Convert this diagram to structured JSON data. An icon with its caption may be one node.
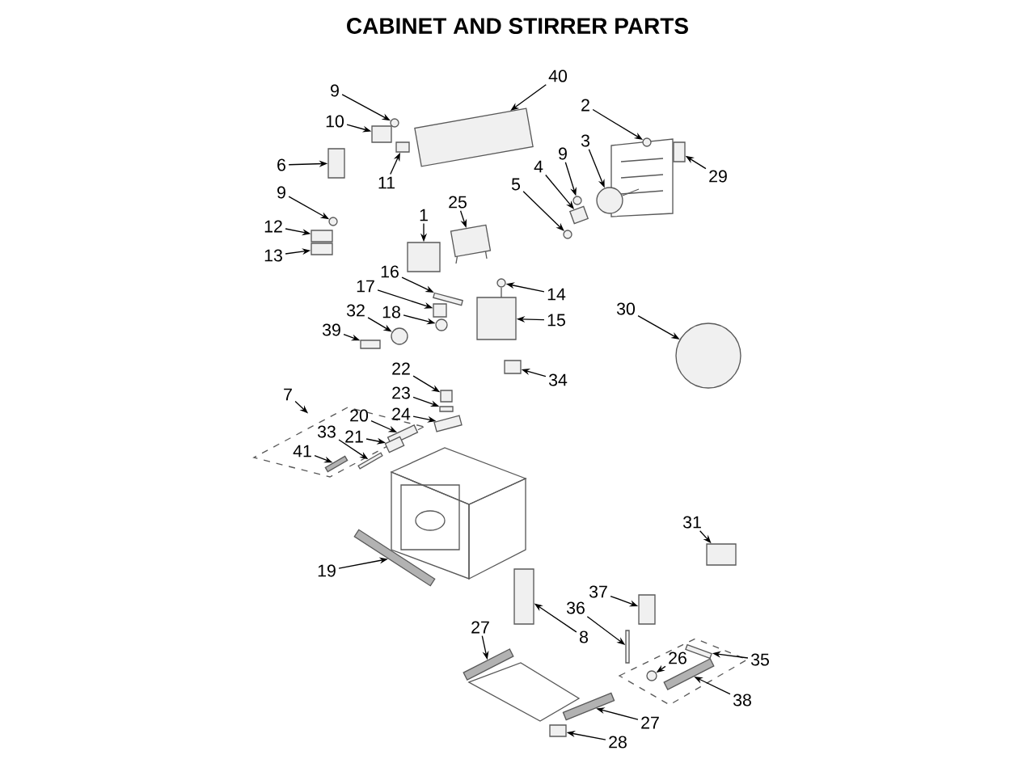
{
  "diagram": {
    "title": "CABINET AND STIRRER PARTS",
    "nodes": [
      {
        "text": [
          "40"
        ]
      },
      {
        "text": [
          "9"
        ]
      },
      {
        "text": [
          "2"
        ]
      },
      {
        "text": [
          "10"
        ]
      },
      {
        "text": [
          "3"
        ]
      },
      {
        "text": [
          "6"
        ]
      },
      {
        "text": [
          "9"
        ]
      },
      {
        "text": [
          "4"
        ]
      },
      {
        "text": [
          "29"
        ]
      },
      {
        "text": [
          "11"
        ]
      },
      {
        "text": [
          "5"
        ]
      },
      {
        "text": [
          "9"
        ]
      },
      {
        "text": [
          "25"
        ]
      },
      {
        "text": [
          "1"
        ]
      },
      {
        "text": [
          "12"
        ]
      },
      {
        "text": [
          "13"
        ]
      },
      {
        "text": [
          "16"
        ]
      },
      {
        "text": [
          "17"
        ]
      },
      {
        "text": [
          "14"
        ]
      },
      {
        "text": [
          "30"
        ]
      },
      {
        "text": [
          "32"
        ]
      },
      {
        "text": [
          "18"
        ]
      },
      {
        "text": [
          "15"
        ]
      },
      {
        "text": [
          "39"
        ]
      },
      {
        "text": [
          "22"
        ]
      },
      {
        "text": [
          "34"
        ]
      },
      {
        "text": [
          "23"
        ]
      },
      {
        "text": [],
        "shape": "box"
      },
      {
        "text": [
          "7"
        ]
      },
      {
        "text": [
          "24"
        ]
      },
      {
        "text": [
          "20"
        ],
        "in": 27
      },
      {
        "text": [
          "33"
        ],
        "in": 27
      },
      {
        "text": [
          "21"
        ],
        "in": 27
      },
      {
        "text": [
          "41"
        ],
        "in": 27
      },
      {
        "text": [
          "31"
        ]
      },
      {
        "text": [
          "19"
        ]
      },
      {
        "text": [
          "37"
        ]
      },
      {
        "text": [
          "36"
        ]
      },
      {
        "text": [
          "27"
        ]
      },
      {
        "text": [
          "8"
        ]
      },
      {
        "text": [
          "26"
        ]
      },
      {
        "text": [
          "35"
        ]
      },
      {
        "text": [
          "38"
        ]
      },
      {
        "text": [
          "27"
        ]
      },
      {
        "text": [
          "28"
        ]
      },
      {
        "text": [],
        "shape": "box"
      },
      {
        "text": [],
        "shape": "circle"
      },
      {
        "text": [],
        "shape": "circle"
      },
      {
        "text": [],
        "shape": "box"
      },
      {
        "text": [],
        "shape": "circle"
      },
      {
        "text": [],
        "shape": "box"
      },
      {
        "text": [],
        "shape": "circle"
      },
      {
        "text": [],
        "shape": "box"
      },
      {
        "text": [],
        "shape": "box"
      },
      {
        "text": [],
        "shape": "box"
      },
      {
        "text": [],
        "shape": "circle"
      },
      {
        "text": [],
        "shape": "circle"
      },
      {
        "text": [],
        "shape": "box"
      },
      {
        "text": [],
        "shape": "box"
      },
      {
        "text": [],
        "shape": "box"
      },
      {
        "text": [],
        "shape": "box"
      },
      {
        "text": [],
        "shape": "box"
      },
      {
        "text": [],
        "shape": "box"
      },
      {
        "text": [],
        "shape": "circle"
      },
      {
        "text": [],
        "shape": "circle"
      },
      {
        "text": [],
        "shape": "circle"
      },
      {
        "text": [],
        "shape": "circle"
      },
      {
        "text": [],
        "shape": "box"
      },
      {
        "text": [],
        "shape": "box"
      },
      {
        "text": [],
        "shape": "box"
      },
      {
        "text": [],
        "shape": "box"
      },
      {
        "text": [],
        "shape": "box"
      },
      {
        "text": [],
        "shape": "box"
      },
      {
        "text": [],
        "shape": "box",
        "in": 27
      },
      {
        "text": [],
        "shape": "box",
        "in": 27
      },
      {
        "text": [],
        "shape": "box",
        "in": 27
      },
      {
        "text": [],
        "shape": "bar",
        "in": 27
      },
      {
        "text": [],
        "shape": "box"
      },
      {
        "text": [],
        "shape": "bar"
      },
      {
        "text": [],
        "shape": "box"
      },
      {
        "text": [],
        "shape": "box"
      },
      {
        "text": [],
        "shape": "bar"
      },
      {
        "text": [],
        "shape": "box"
      },
      {
        "text": [],
        "shape": "circle"
      },
      {
        "text": [],
        "shape": "box"
      },
      {
        "text": [],
        "shape": "bar"
      },
      {
        "text": [],
        "shape": "bar"
      },
      {
        "text": [],
        "shape": "box"
      }
    ],
    "edges": [
      {
        "from": 0,
        "to": 45,
        "arrow": "to"
      },
      {
        "from": 1,
        "to": 46,
        "arrow": "to"
      },
      {
        "from": 2,
        "to": 47,
        "arrow": "to"
      },
      {
        "from": 3,
        "to": 48,
        "arrow": "to"
      },
      {
        "from": 4,
        "to": 49,
        "arrow": "to"
      },
      {
        "from": 5,
        "to": 50,
        "arrow": "to"
      },
      {
        "from": 6,
        "to": 51,
        "arrow": "to"
      },
      {
        "from": 7,
        "to": 52,
        "arrow": "to"
      },
      {
        "from": 8,
        "to": 53,
        "arrow": "to"
      },
      {
        "from": 9,
        "to": 54,
        "arrow": "to"
      },
      {
        "from": 10,
        "to": 55,
        "arrow": "to"
      },
      {
        "from": 11,
        "to": 56,
        "arrow": "to"
      },
      {
        "from": 12,
        "to": 57,
        "arrow": "to"
      },
      {
        "from": 13,
        "to": 58,
        "arrow": "to"
      },
      {
        "from": 14,
        "to": 59,
        "arrow": "to"
      },
      {
        "from": 15,
        "to": 60,
        "arrow": "to"
      },
      {
        "from": 16,
        "to": 61,
        "arrow": "to"
      },
      {
        "from": 17,
        "to": 62,
        "arrow": "to"
      },
      {
        "from": 18,
        "to": 63,
        "arrow": "to"
      },
      {
        "from": 19,
        "to": 64,
        "arrow": "to"
      },
      {
        "from": 20,
        "to": 65,
        "arrow": "to"
      },
      {
        "from": 21,
        "to": 66,
        "arrow": "to"
      },
      {
        "from": 22,
        "to": 67,
        "arrow": "to"
      },
      {
        "from": 23,
        "to": 68,
        "arrow": "to"
      },
      {
        "from": 24,
        "to": 69,
        "arrow": "to"
      },
      {
        "from": 25,
        "to": 70,
        "arrow": "to"
      },
      {
        "from": 26,
        "to": 71,
        "arrow": "to"
      },
      {
        "from": 28,
        "to": 27,
        "arrow": "to"
      },
      {
        "from": 29,
        "to": 72,
        "arrow": "to"
      },
      {
        "from": 30,
        "to": 73,
        "arrow": "to"
      },
      {
        "from": 31,
        "to": 74,
        "arrow": "to"
      },
      {
        "from": 32,
        "to": 75,
        "arrow": "to"
      },
      {
        "from": 33,
        "to": 76,
        "arrow": "to"
      },
      {
        "from": 34,
        "to": 77,
        "arrow": "to"
      },
      {
        "from": 35,
        "to": 78,
        "arrow": "to"
      },
      {
        "from": 36,
        "to": 79,
        "arrow": "to"
      },
      {
        "from": 37,
        "to": 80,
        "arrow": "to"
      },
      {
        "from": 38,
        "to": 81,
        "arrow": "to"
      },
      {
        "from": 39,
        "to": 82,
        "arrow": "to"
      },
      {
        "from": 40,
        "to": 83,
        "arrow": "to"
      },
      {
        "from": 41,
        "to": 84,
        "arrow": "to"
      },
      {
        "from": 42,
        "to": 85,
        "arrow": "to"
      },
      {
        "from": 43,
        "to": 86,
        "arrow": "to"
      },
      {
        "from": 44,
        "to": 87,
        "arrow": "to"
      }
    ]
  }
}
